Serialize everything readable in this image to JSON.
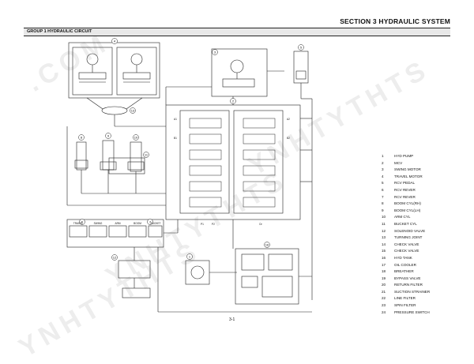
{
  "header": {
    "section_title": "SECTION 3 HYDRAULIC SYSTEM"
  },
  "group": {
    "title": "GROUP 1 HYDRAULIC CIRCUIT"
  },
  "legend": [
    {
      "num": "1",
      "label": "HYD PUMP"
    },
    {
      "num": "2",
      "label": "MCV"
    },
    {
      "num": "3",
      "label": "SWING MOTOR"
    },
    {
      "num": "4",
      "label": "TRAVEL MOTOR"
    },
    {
      "num": "5",
      "label": "RCV PEDAL"
    },
    {
      "num": "6",
      "label": "RCV REVER"
    },
    {
      "num": "7",
      "label": "RCV REVER"
    },
    {
      "num": "8",
      "label": "BOOM CYL(RH)"
    },
    {
      "num": "9",
      "label": "BOOM CYL(LH)"
    },
    {
      "num": "10",
      "label": "ARM CYL"
    },
    {
      "num": "11",
      "label": "BUCKET CYL"
    },
    {
      "num": "12",
      "label": "SOLENOID VALVE"
    },
    {
      "num": "13",
      "label": "TURNING JOINT"
    },
    {
      "num": "14",
      "label": "CHECK VALVE"
    },
    {
      "num": "15",
      "label": "CHECK VALVE"
    },
    {
      "num": "16",
      "label": "HYD TANK"
    },
    {
      "num": "17",
      "label": "OIL COOLER"
    },
    {
      "num": "18",
      "label": "BREATHER"
    },
    {
      "num": "19",
      "label": "BYPASS VALVE"
    },
    {
      "num": "20",
      "label": "RETURN FILTER"
    },
    {
      "num": "21",
      "label": "SUCTION STRAINER"
    },
    {
      "num": "22",
      "label": "LINE FILTER"
    },
    {
      "num": "23",
      "label": "SPIN FILTER"
    },
    {
      "num": "24",
      "label": "PRESSURE SWITCH"
    }
  ],
  "diagram_labels": {
    "callout_4": "4",
    "callout_13": "13",
    "callout_5": "5",
    "callout_3": "3",
    "callout_8": "8",
    "callout_9": "9",
    "callout_10": "10",
    "callout_11": "11",
    "callout_2": "2",
    "callout_1": "1",
    "callout_16": "16",
    "callout_12": "12",
    "callout_6": "6",
    "callout_7": "7",
    "rcv_travel": "TRAVEL",
    "rcv_swing": "SWING",
    "rcv_arm": "ARM",
    "rcv_boom": "BOOM",
    "rcv_bucket": "BUCKET",
    "port_a1": "A1",
    "port_b1": "B1",
    "port_a2": "A2",
    "port_b2": "B2",
    "port_p1": "P1",
    "port_p2": "P2",
    "port_dr": "Dr"
  },
  "footer": {
    "page_number": "3-1"
  },
  "watermark": {
    "text": "YNHTYTHTS.COM"
  }
}
